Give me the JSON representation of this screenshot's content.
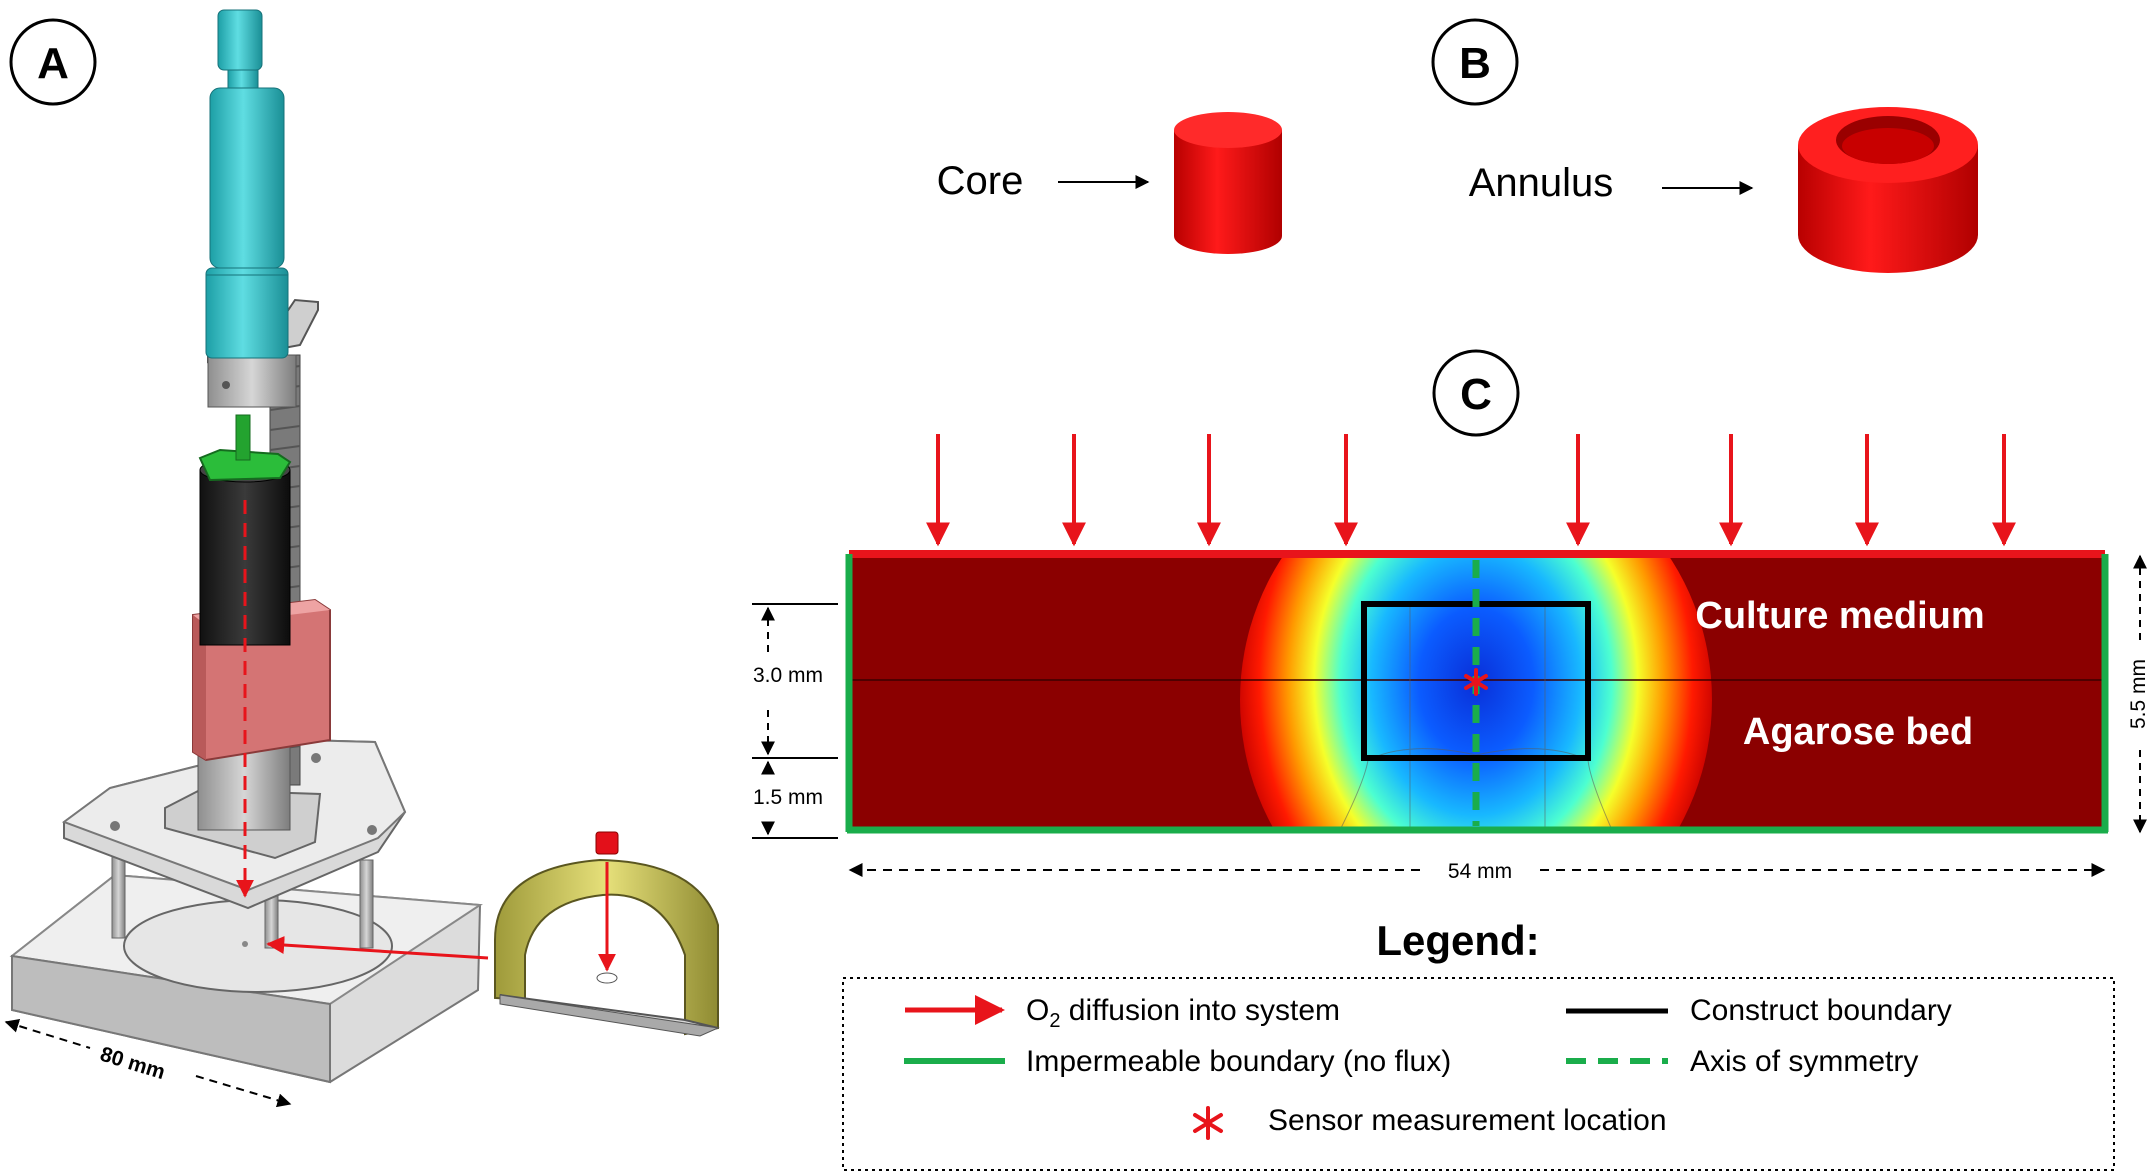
{
  "panels": {
    "a": {
      "letter": "A",
      "base_dimension": "80 mm"
    },
    "b": {
      "letter": "B",
      "core_label": "Core",
      "annulus_label": "Annulus"
    },
    "c": {
      "letter": "C",
      "culture_medium_label": "Culture medium",
      "agarose_bed_label": "Agarose bed",
      "dim_construct_height": "3.0 mm",
      "dim_bed_height": "1.5 mm",
      "dim_total_height": "5.5 mm",
      "dim_width": "54 mm"
    }
  },
  "legend": {
    "title": "Legend:",
    "o2_prefix": "O",
    "o2_subscript": "2",
    "o2_suffix": " diffusion into system",
    "construct_boundary": "Construct boundary",
    "impermeable_boundary": "Impermeable boundary (no flux)",
    "axis_of_symmetry": "Axis of symmetry",
    "sensor_location": "Sensor measurement location"
  },
  "colors": {
    "o2_arrow": "#e8141b",
    "impermeable": "#1aad4b",
    "construct": "#000000",
    "medium": "#8b0000",
    "sample_red": "#e3101a",
    "rod_cyan": "#33c2c9"
  }
}
